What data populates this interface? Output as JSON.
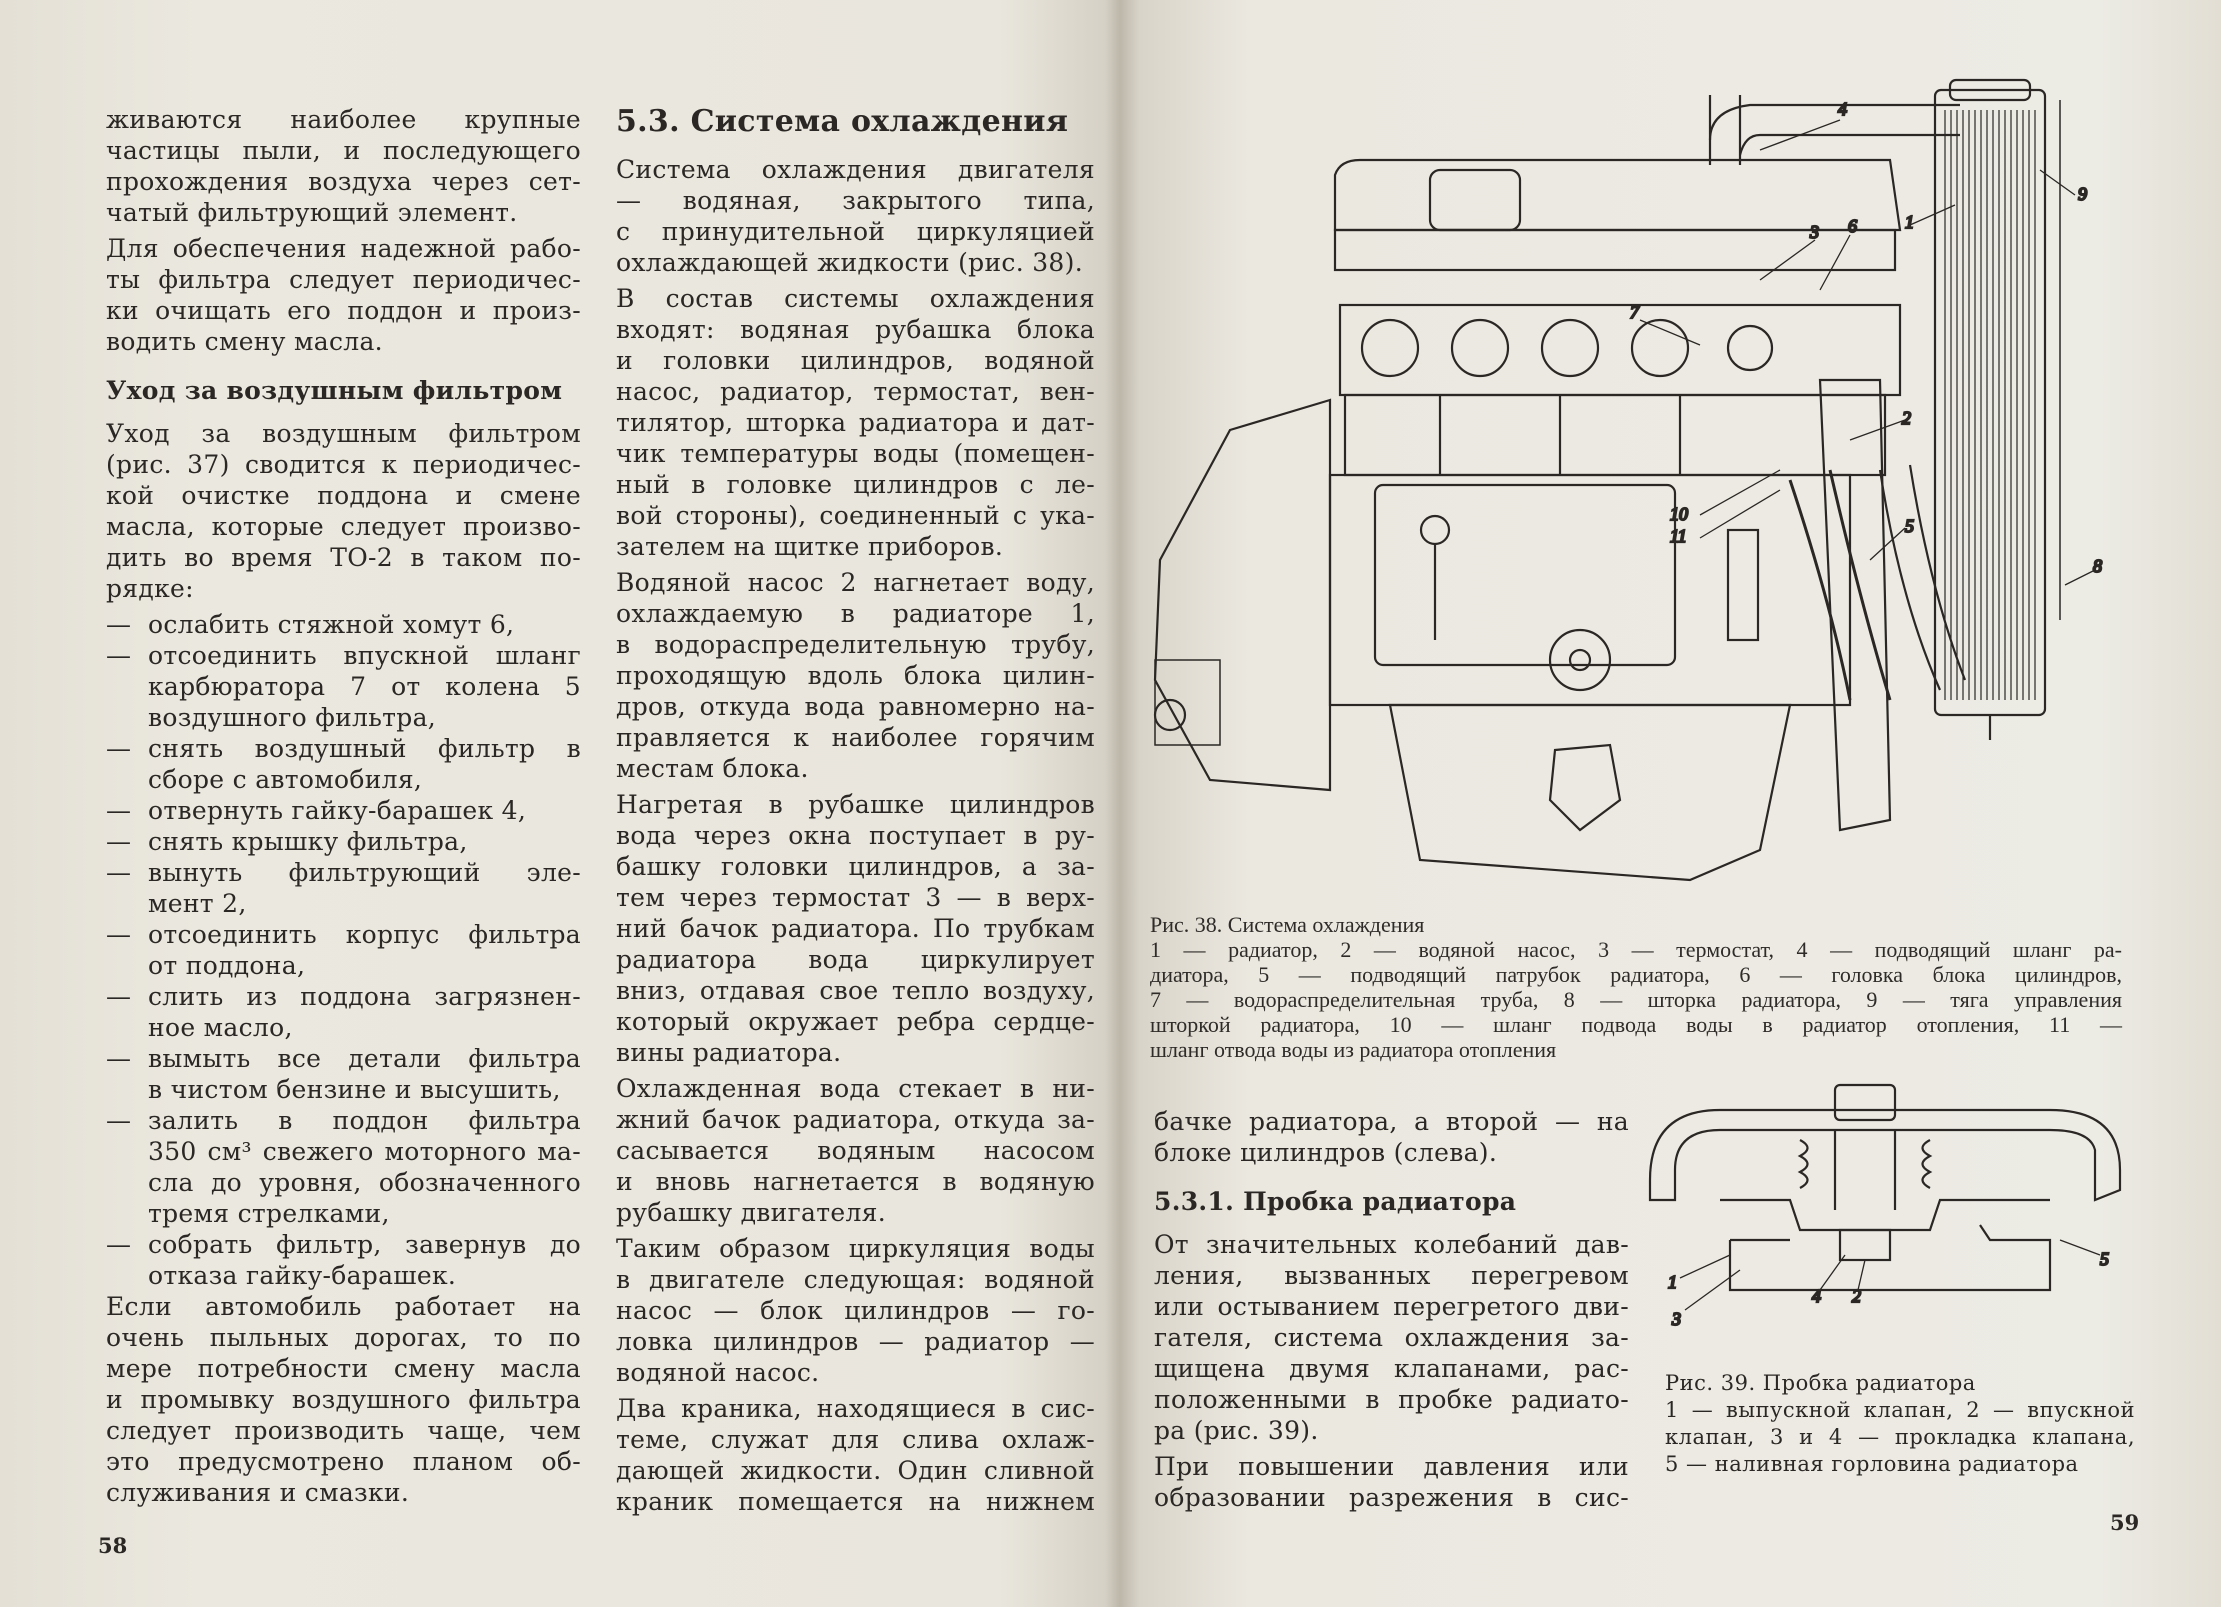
{
  "left_page": {
    "page_number": "58",
    "col1": [
      {
        "type": "p",
        "lines": [
          "живаются наиболее крупные",
          "частицы пыли, и последующего",
          "прохождения воздуха через сет-",
          "чатый фильтрующий элемент."
        ]
      },
      {
        "type": "p",
        "lines": [
          "Для обеспечения надежной рабо-",
          "ты фильтра следует периодичес-",
          "ки очищать его поддон и произ-",
          "водить смену масла."
        ]
      },
      {
        "type": "h",
        "text": "Уход за воздушным фильтром"
      },
      {
        "type": "p",
        "lines": [
          "Уход за воздушным фильтром",
          "(рис. 37) сводится к периодичес-",
          "кой очистке поддона и смене",
          "масла, которые следует произво-",
          "дить во время ТО-2 в таком по-",
          "рядке:"
        ]
      },
      {
        "type": "li",
        "lines": [
          "ослабить стяжной хомут 6,"
        ]
      },
      {
        "type": "li",
        "lines": [
          "отсоединить впускной шланг",
          "карбюратора 7 от колена 5",
          "воздушного фильтра,"
        ]
      },
      {
        "type": "li",
        "lines": [
          "снять воздушный фильтр в",
          "сборе с автомобиля,"
        ]
      },
      {
        "type": "li",
        "lines": [
          "отвернуть гайку-барашек 4,"
        ]
      },
      {
        "type": "li",
        "lines": [
          "снять крышку фильтра,"
        ]
      },
      {
        "type": "li",
        "lines": [
          "вынуть фильтрующий эле-",
          "мент 2,"
        ]
      },
      {
        "type": "li",
        "lines": [
          "отсоединить корпус фильтра",
          "от поддона,"
        ]
      },
      {
        "type": "li",
        "lines": [
          "слить из поддона загрязнен-",
          "ное масло,"
        ]
      },
      {
        "type": "li",
        "lines": [
          "вымыть все детали фильтра",
          "в чистом бензине и высушить,"
        ]
      },
      {
        "type": "li",
        "lines": [
          "залить в поддон фильтра",
          "350 см³ свежего моторного ма-",
          "сла до уровня, обозначенного",
          "тремя стрелками,"
        ]
      },
      {
        "type": "li",
        "lines": [
          "собрать фильтр, завернув до",
          "отказа гайку-барашек."
        ]
      },
      {
        "type": "p",
        "lines": [
          "Если автомобиль работает на",
          "очень пыльных дорогах, то по",
          "мере потребности смену масла",
          "и промывку воздушного фильтра",
          "следует производить чаще, чем",
          "это предусмотрено планом об-",
          "служивания и смазки."
        ]
      }
    ],
    "col2": [
      {
        "type": "h2",
        "text": "5.3. Система охлаждения"
      },
      {
        "type": "p",
        "lines": [
          "Система охлаждения двигателя",
          "— водяная, закрытого типа,",
          "с принудительной циркуляцией",
          "охлаждающей жидкости (рис. 38)."
        ]
      },
      {
        "type": "p",
        "lines": [
          "В состав системы охлаждения",
          "входят: водяная рубашка блока",
          "и головки цилиндров, водяной",
          "насос, радиатор, термостат, вен-",
          "тилятор, шторка радиатора и дат-",
          "чик температуры воды (помещен-",
          "ный в головке цилиндров с ле-",
          "вой стороны), соединенный с ука-",
          "зателем на щитке приборов."
        ]
      },
      {
        "type": "p",
        "lines": [
          "Водяной насос 2 нагнетает воду,",
          "охлаждаемую в радиаторе 1,",
          "в водораспределительную трубу,",
          "проходящую вдоль блока цилин-",
          "дров, откуда вода равномерно на-",
          "правляется к наиболее горячим",
          "местам блока."
        ]
      },
      {
        "type": "p",
        "lines": [
          "Нагретая в рубашке цилиндров",
          "вода через окна поступает в ру-",
          "башку головки цилиндров, а за-",
          "тем через термостат 3 — в верх-",
          "ний бачок радиатора. По трубкам",
          "радиатора вода циркулирует",
          "вниз, отдавая свое тепло воздуху,",
          "который окружает ребра сердце-",
          "вины радиатора."
        ]
      },
      {
        "type": "p",
        "lines": [
          "Охлажденная вода стекает в ни-",
          "жний бачок радиатора, откуда за-",
          "сасывается водяным насосом",
          "и вновь нагнетается в водяную",
          "рубашку двигателя."
        ]
      },
      {
        "type": "p",
        "lines": [
          "Таким образом циркуляция воды",
          "в двигателе следующая: водяной",
          "насос — блок цилиндров — го-",
          "ловка цилиндров — радиатор —",
          "водяной насос."
        ]
      },
      {
        "type": "p",
        "cont": true,
        "lines": [
          "Два краника, находящиеся в сис-",
          "теме, служат для слива охлаж-",
          "дающей жидкости. Один сливной",
          "краник помещается на нижнем"
        ]
      }
    ]
  },
  "right_page": {
    "page_number": "59",
    "fig38": {
      "caption_title": "Рис. 38. Система охлаждения",
      "caption_lines": [
        "1 — радиатор, 2 — водяной насос, 3 — термостат, 4 — подводящий шланг ра-",
        "диатора, 5 — подводящий патрубок радиатора, 6 — головка блока цилиндров,",
        "7 — водораспределительная труба, 8 — шторка радиатора, 9 — тяга управления",
        "шторкой радиатора, 10 — шланг подвода воды в радиатор отопления, 11 —",
        "шланг отвода воды из радиатора отопления"
      ],
      "labels": [
        "1",
        "2",
        "3",
        "4",
        "5",
        "6",
        "7",
        "8",
        "9",
        "10",
        "11"
      ]
    },
    "fig39": {
      "caption_title": "Рис. 39. Пробка радиатора",
      "caption_lines": [
        "1 — выпускной клапан, 2 — впускной",
        "клапан, 3 и 4 — прокладка клапана,",
        "5 — наливная горловина радиатора"
      ],
      "labels": [
        "1",
        "2",
        "3",
        "4",
        "5"
      ]
    },
    "col": [
      {
        "type": "p",
        "lines": [
          "бачке радиатора, а второй — на",
          "блоке цилиндров (слева)."
        ]
      },
      {
        "type": "h",
        "text": "5.3.1. Пробка радиатора"
      },
      {
        "type": "p",
        "lines": [
          "От значительных колебаний дав-",
          "ления, вызванных перегревом",
          "или остыванием перегретого дви-",
          "гателя, система охлаждения за-",
          "щищена двумя клапанами, рас-",
          "положенными в пробке радиато-",
          "ра (рис. 39)."
        ]
      },
      {
        "type": "p",
        "cont": true,
        "lines": [
          "При повышении давления или",
          "образовании разрежения в сис-"
        ]
      }
    ]
  }
}
